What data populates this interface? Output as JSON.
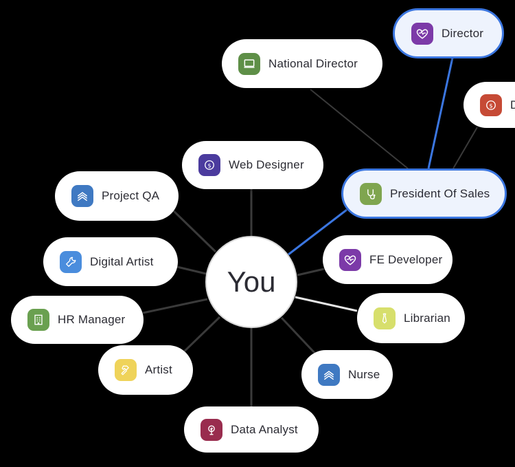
{
  "center": {
    "label": "You"
  },
  "colors": {
    "link": "#3a3a3a",
    "link_highlight": "#3b76e0",
    "link_selected": "#e6e6e6",
    "node_bg": "#ffffff",
    "node_highlight_bg": "#eef3fd"
  },
  "nodes": {
    "director": {
      "label": "Director",
      "icon": "heart-icon",
      "color": "#7c3aa8"
    },
    "national_director": {
      "label": "National Director",
      "icon": "monitor-icon",
      "color": "#5e8f47"
    },
    "offscreen": {
      "label": "D",
      "icon": "dollar-icon",
      "color": "#c64a35"
    },
    "president_of_sales": {
      "label": "President Of Sales",
      "icon": "stethoscope-icon",
      "color": "#7fa54f"
    },
    "web_designer": {
      "label": "Web Designer",
      "icon": "dollar-icon",
      "color": "#4b3b9e"
    },
    "project_qa": {
      "label": "Project QA",
      "icon": "layers-icon",
      "color": "#3f79c2"
    },
    "fe_developer": {
      "label": "FE Developer",
      "icon": "heart-icon",
      "color": "#7c3aa8"
    },
    "digital_artist": {
      "label": "Digital Artist",
      "icon": "wrench-icon",
      "color": "#4a8ddd"
    },
    "librarian": {
      "label": "Librarian",
      "icon": "tie-icon",
      "color": "#d7df6c"
    },
    "hr_manager": {
      "label": "HR Manager",
      "icon": "building-icon",
      "color": "#6aa050"
    },
    "artist": {
      "label": "Artist",
      "icon": "hammer-icon",
      "color": "#efd35a"
    },
    "nurse": {
      "label": "Nurse",
      "icon": "layers-icon",
      "color": "#3f79c2"
    },
    "data_analyst": {
      "label": "Data Analyst",
      "icon": "plant-icon",
      "color": "#992c4e"
    }
  }
}
